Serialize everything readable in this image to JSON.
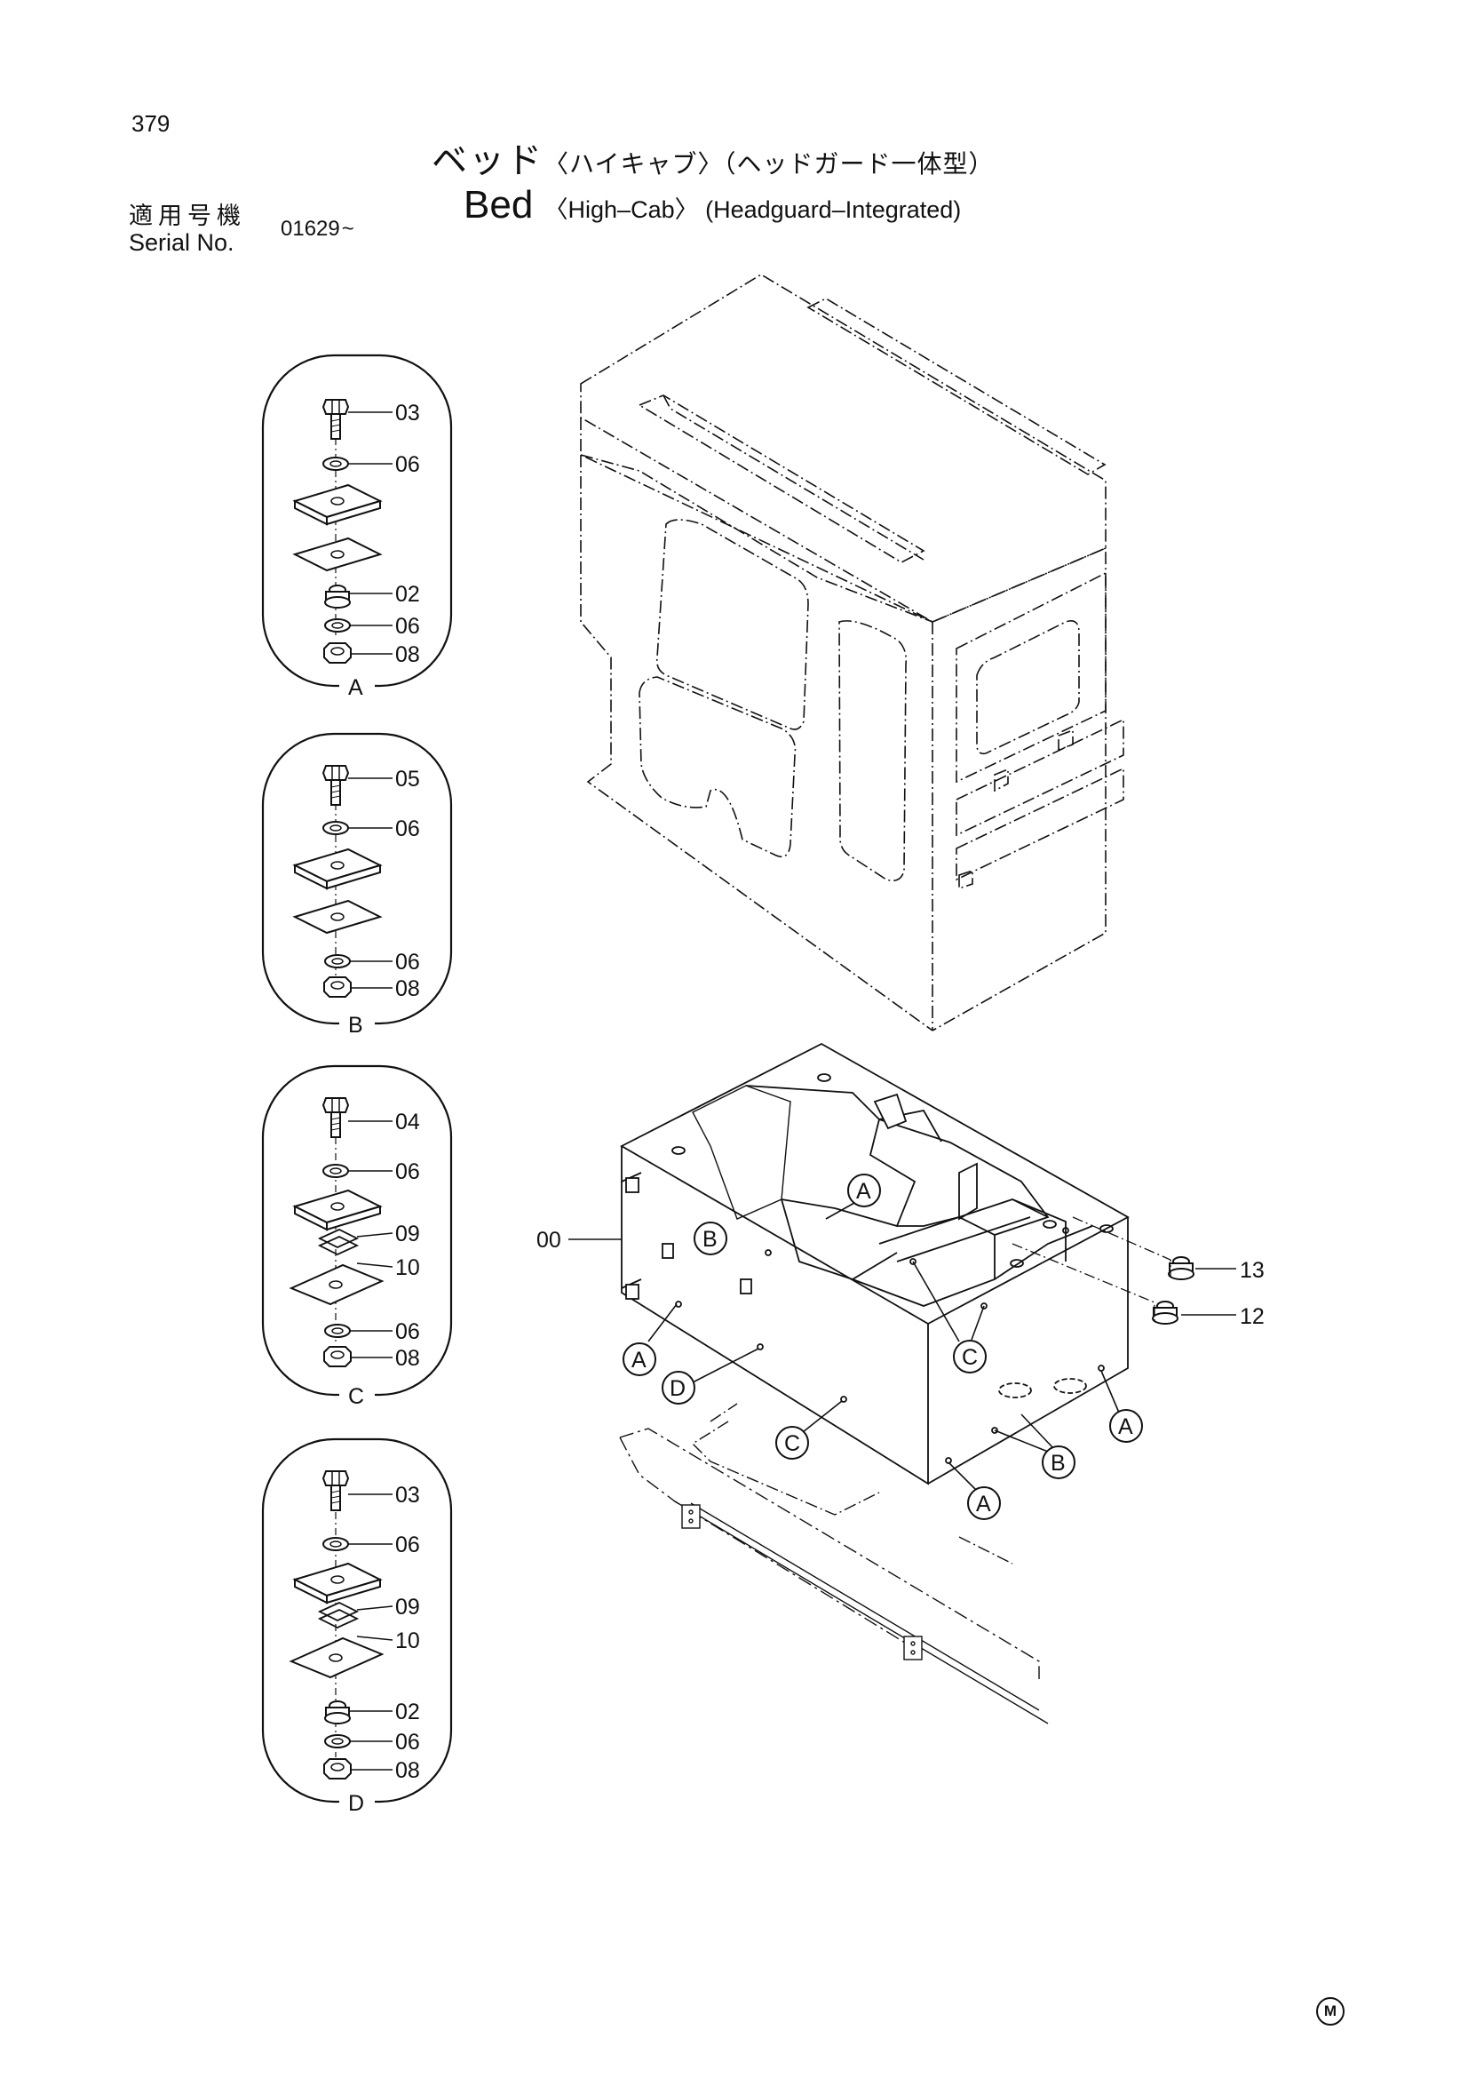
{
  "header": {
    "page_number": "379",
    "title_jp_main": "ベッド",
    "title_jp_paren1": "〈ハイキャブ〉",
    "title_jp_paren2": "（ヘッドガード一体型）",
    "title_en_main": "Bed",
    "title_en_sub": "〈High–Cab〉 (Headguard–Integrated)",
    "serial_label_jp": "適用号機",
    "serial_label_en": "Serial No.",
    "serial_number": "01629",
    "serial_suffix": "~"
  },
  "details": [
    {
      "letter": "A",
      "parts": [
        "03",
        "06",
        "02",
        "06",
        "08"
      ]
    },
    {
      "letter": "B",
      "parts": [
        "05",
        "06",
        "06",
        "08"
      ]
    },
    {
      "letter": "C",
      "parts": [
        "04",
        "06",
        "09",
        "10",
        "06",
        "08"
      ]
    },
    {
      "letter": "D",
      "parts": [
        "03",
        "06",
        "09",
        "10",
        "02",
        "06",
        "08"
      ]
    }
  ],
  "main_labels": {
    "bed_part": "00",
    "grommet_upper": "13",
    "grommet_lower": "12"
  },
  "callouts": [
    "A",
    "B",
    "A",
    "D",
    "C",
    "C",
    "A",
    "B",
    "A"
  ],
  "footer_mark": "M"
}
